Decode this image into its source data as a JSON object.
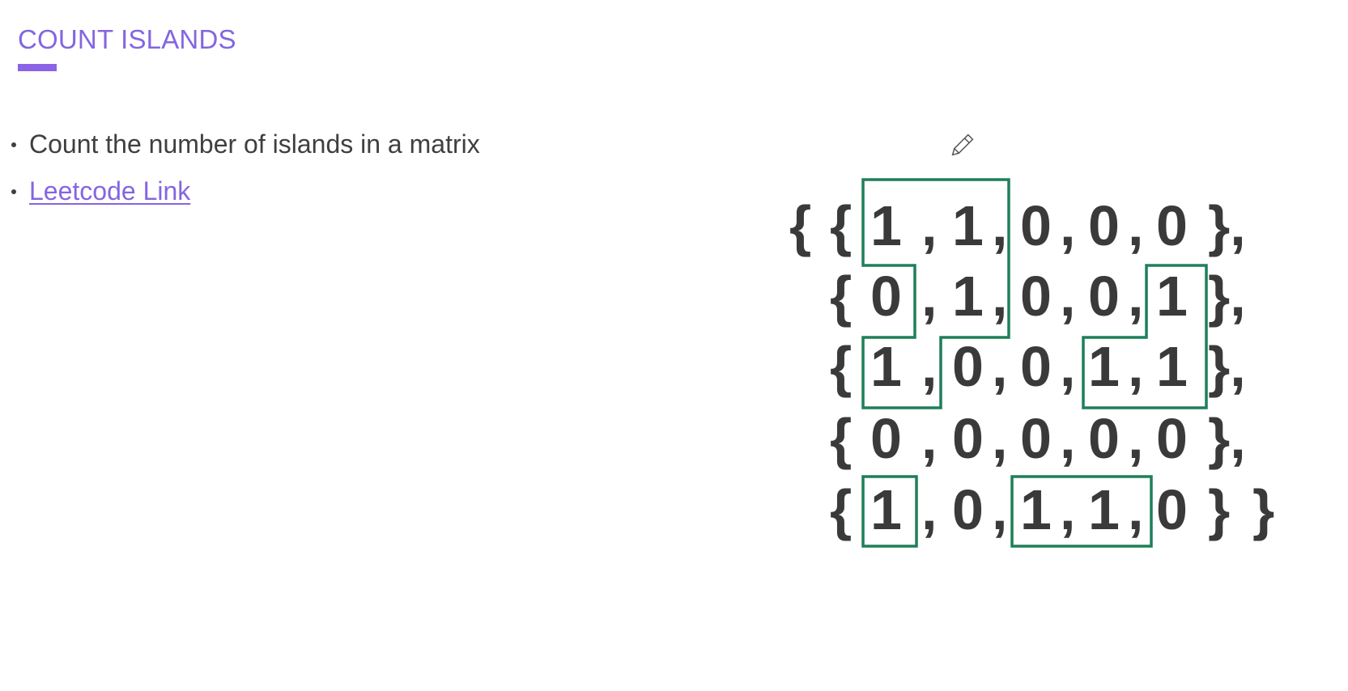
{
  "slide": {
    "title": "COUNT ISLANDS",
    "accent_color": "#8466e0",
    "bullets": [
      {
        "text": "Count the number of islands in a matrix",
        "is_link": false
      },
      {
        "text": "Leetcode Link",
        "is_link": true
      }
    ]
  },
  "matrix": {
    "rows": [
      "{ { 1 , 1, 0, 0, 0 },",
      "{ 0 , 1, 0, 0, 1 },",
      "{ 1 , 0, 0, 1, 1 },",
      "{ 0 , 0, 0, 0, 0 },",
      "{ 1 , 0, 1, 1, 0 } }"
    ],
    "values": [
      [
        1,
        1,
        0,
        0,
        0
      ],
      [
        0,
        1,
        0,
        0,
        1
      ],
      [
        1,
        0,
        0,
        1,
        1
      ],
      [
        0,
        0,
        0,
        0,
        0
      ],
      [
        1,
        0,
        1,
        1,
        0
      ]
    ],
    "outline_color": "#1e7f59"
  },
  "cursor": {
    "icon": "pencil-cursor-icon"
  }
}
